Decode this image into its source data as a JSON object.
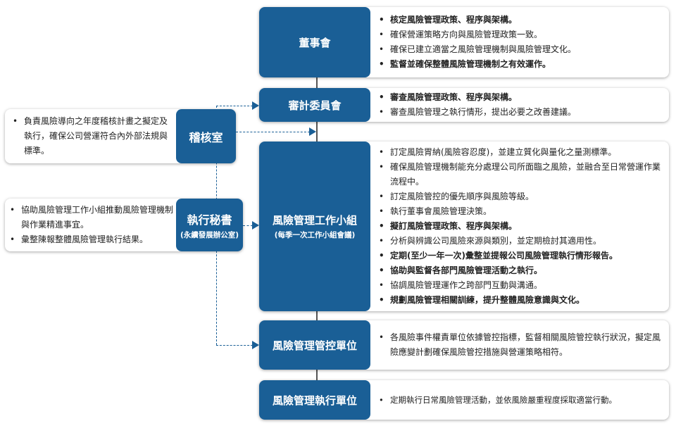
{
  "board": {
    "title": "董事會",
    "items": [
      "核定風險管理政策、程序與架構。",
      "確保營運策略方向與風險管理政策一致。",
      "確保已建立適當之風險管理機制與風險管理文化。",
      "監督並確保整體風險管理機制之有效運作。"
    ]
  },
  "audit_committee": {
    "title": "審計委員會",
    "items": [
      "審查風險管理政策、程序與架構。",
      "審查風險管理之執行情形，提出必要之改善建議。"
    ]
  },
  "internal_audit": {
    "title": "稽核室",
    "items": [
      "負責風險導向之年度稽核計畫之擬定及執行，確保公司營運符合內外部法規與標準。"
    ]
  },
  "exec_secretary": {
    "title": "執行秘書",
    "subtitle": "(永續發展辦公室)",
    "items": [
      "協助風險管理工作小組推動風險管理機制與作業精進事宜。",
      "彙整陳報整體風險管理執行結果。"
    ]
  },
  "working_group": {
    "title": "風險管理工作小組",
    "subtitle": "(每季一次工作小組會議)",
    "items": [
      "訂定風險胃納(風險容忍度)，並建立質化與量化之量測標準。",
      "確保風險管理機制能充分處理公司所面臨之風險，並融合至日常營運作業流程中。",
      "訂定風險管控的優先順序與風險等級。",
      "執行董事會風險管理決策。",
      "擬訂風險管理政策、程序與架構。",
      "分析與辨識公司風險來源與類別，並定期檢討其適用性。",
      "定期(至少一年一次)彙整並提報公司風險管理執行情形報告。",
      "協助與監督各部門風險管理活動之執行。",
      "協調風險管理運作之跨部門互動與溝通。",
      "規劃風險管理相關訓練，提升整體風險意識與文化。"
    ]
  },
  "control_unit": {
    "title": "風險管理管控單位",
    "items": [
      "各風險事件權責單位依據管控指標，監督相關風險管控執行狀況，擬定風險應變計劃確保風險管控措施與營運策略相符。"
    ]
  },
  "execution_unit": {
    "title": "風險管理執行單位",
    "items": [
      "定期執行日常風險管理活動，並依風險嚴重程度採取適當行動。"
    ]
  }
}
